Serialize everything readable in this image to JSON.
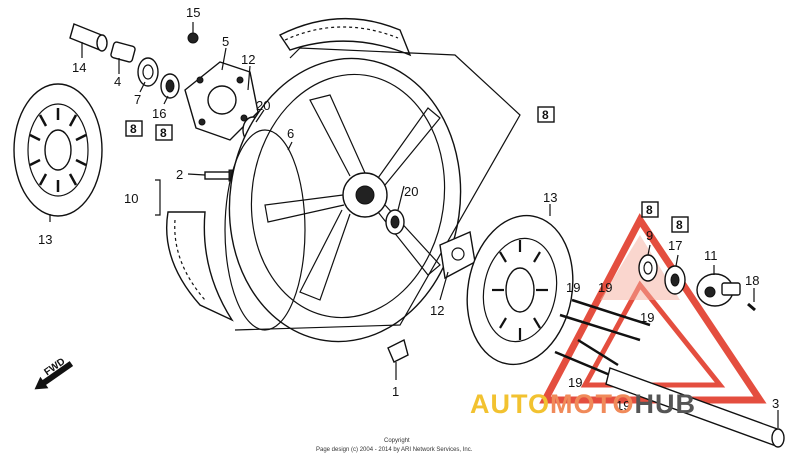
{
  "callouts": [
    "1",
    "2",
    "3",
    "4",
    "5",
    "6",
    "7",
    "9",
    "10",
    "11",
    "12",
    "12",
    "13",
    "13",
    "14",
    "15",
    "16",
    "17",
    "18",
    "19",
    "19",
    "19",
    "19",
    "19",
    "20",
    "20"
  ],
  "boxed_callouts": [
    "8",
    "8",
    "8",
    "8",
    "8"
  ],
  "fwd_label": "FWD",
  "watermark": {
    "part1": "AUTO",
    "part2": "MOTO",
    "part3": "HUB",
    "colors": {
      "part1": "#f2c230",
      "part2": "#f08a5a",
      "part3": "#555555",
      "triangle": "#e0301e"
    }
  },
  "copyright": {
    "line1": "Copyright",
    "line2": "Page design (c) 2004 - 2014 by ARI Network Services, Inc."
  }
}
